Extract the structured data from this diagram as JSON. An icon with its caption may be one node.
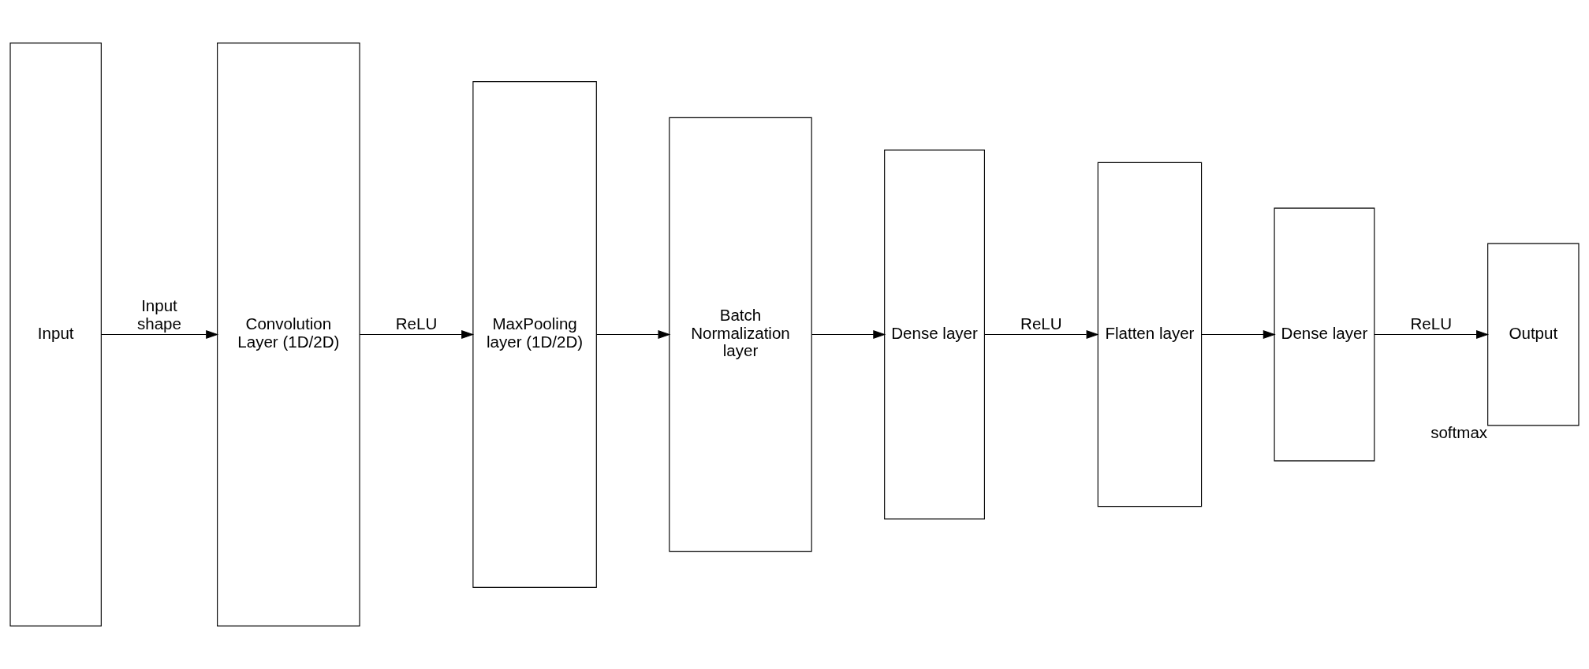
{
  "diagram": {
    "nodes": [
      {
        "text": [
          "Input"
        ]
      },
      {
        "text": [
          "Convolution Layer (1D/2D)"
        ]
      },
      {
        "text": [
          "MaxPooling layer (1D/2D)"
        ]
      },
      {
        "text": [
          "Batch Normalization layer"
        ]
      },
      {
        "text": [
          "Dense layer"
        ]
      },
      {
        "text": [
          "Flatten layer"
        ]
      },
      {
        "text": [
          "Dense layer"
        ]
      },
      {
        "text": [
          "Output"
        ],
        "beside": [
          "softmax"
        ]
      }
    ],
    "edges": [
      {
        "from": 0,
        "to": 1,
        "arrow": "to",
        "label": "Input shape"
      },
      {
        "from": 1,
        "to": 2,
        "arrow": "to",
        "label": "ReLU"
      },
      {
        "from": 2,
        "to": 3,
        "arrow": "to"
      },
      {
        "from": 3,
        "to": 4,
        "arrow": "to"
      },
      {
        "from": 4,
        "to": 5,
        "arrow": "to",
        "label": "ReLU"
      },
      {
        "from": 5,
        "to": 6,
        "arrow": "to"
      },
      {
        "from": 6,
        "to": 7,
        "arrow": "to",
        "label": "ReLU"
      }
    ]
  }
}
